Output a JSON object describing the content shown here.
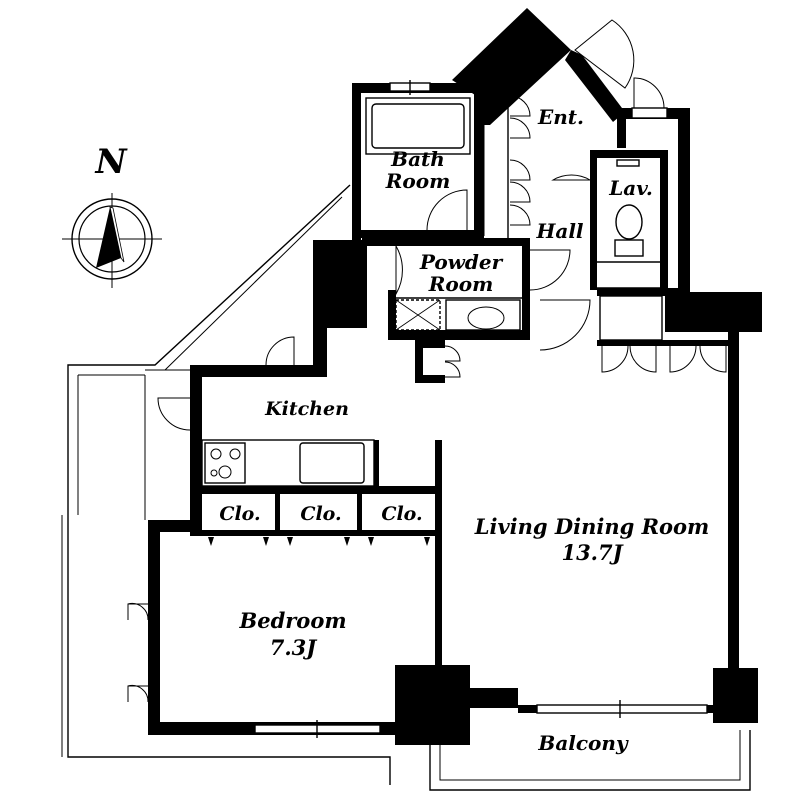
{
  "compass": {
    "north_label": "N"
  },
  "rooms": {
    "entrance": "Ent.",
    "bath_line1": "Bath",
    "bath_line2": "Room",
    "lavatory": "Lav.",
    "hall": "Hall",
    "powder_line1": "Powder",
    "powder_line2": "Room",
    "kitchen": "Kitchen",
    "closet1": "Clo.",
    "closet2": "Clo.",
    "closet3": "Clo.",
    "living_name": "Living Dining Room",
    "living_size": "13.7J",
    "bedroom_name": "Bedroom",
    "bedroom_size": "7.3J",
    "balcony": "Balcony"
  }
}
